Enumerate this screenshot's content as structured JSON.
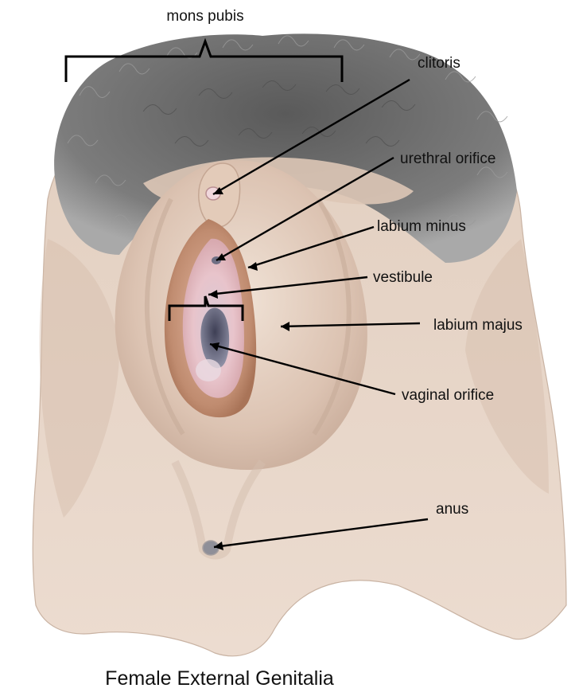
{
  "title": "Female External Genitalia",
  "labels": {
    "mons_pubis": "mons pubis",
    "clitoris": "clitoris",
    "urethral_orifice": "urethral orifice",
    "labium_minus": "labium minus",
    "vestibule": "vestibule",
    "labium_majus": "labium majus",
    "vaginal_orifice": "vaginal orifice",
    "anus": "anus"
  },
  "colors": {
    "skin": "#e7d6c8",
    "skin_shadow": "#cdb3a2",
    "hair": "#6e6e6e",
    "labia_minora": "#c89a80",
    "mucosa": "#e9c6cc",
    "orifice": "#5f5f73",
    "leader": "#000000"
  }
}
